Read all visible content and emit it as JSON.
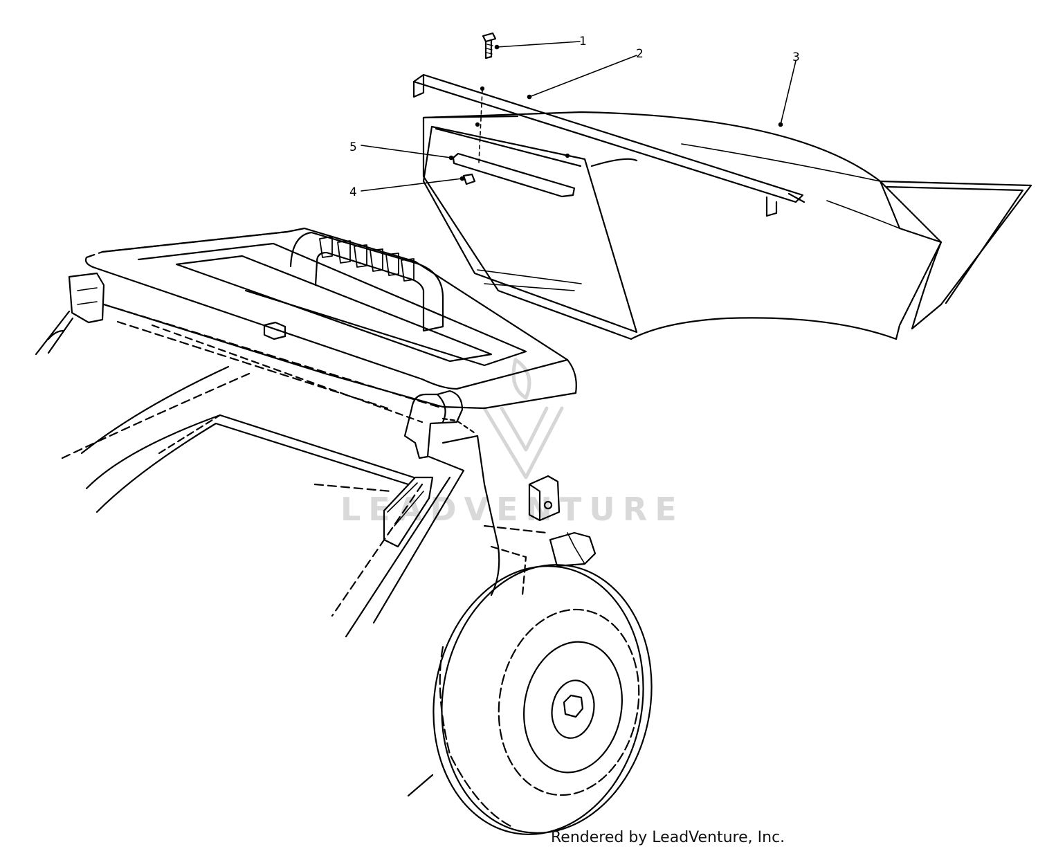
{
  "diagram": {
    "callouts": [
      {
        "id": "1",
        "label": "1"
      },
      {
        "id": "2",
        "label": "2"
      },
      {
        "id": "3",
        "label": "3"
      },
      {
        "id": "4",
        "label": "4"
      },
      {
        "id": "5",
        "label": "5"
      }
    ],
    "watermark": "LEADVENTURE"
  },
  "footer": {
    "credit": "Rendered by LeadVenture, Inc."
  },
  "colors": {
    "line": "#000000",
    "watermark": "#d9d9d9",
    "background": "#ffffff"
  }
}
